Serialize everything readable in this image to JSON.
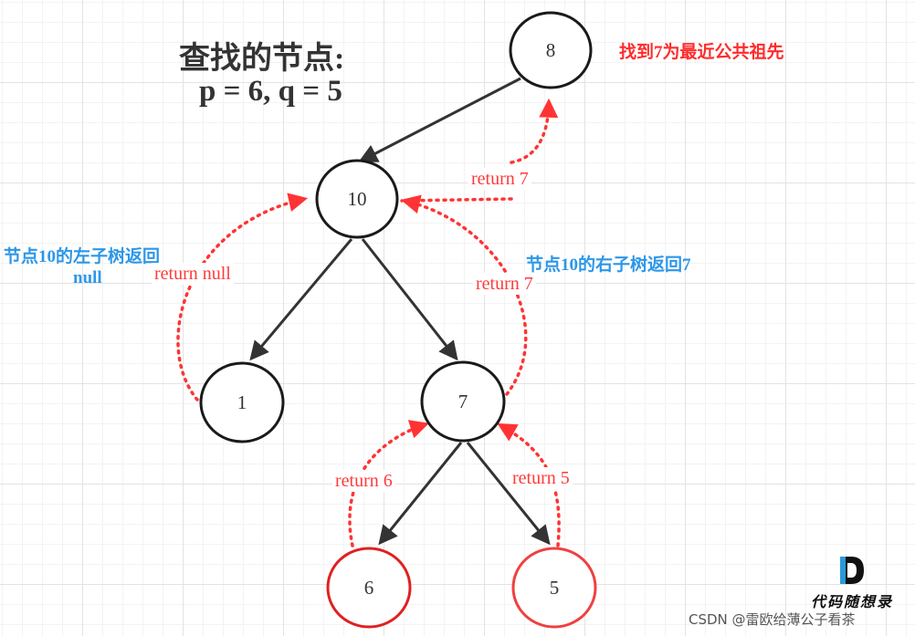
{
  "title": {
    "line1": "查找的节点:",
    "line2": "p = 6, q = 5"
  },
  "nodes": {
    "n8": "8",
    "n10": "10",
    "n1": "1",
    "n7": "7",
    "n6": "6",
    "n5": "5"
  },
  "annotations": {
    "found_ancestor": "找到7为最近公共祖先",
    "left_subtree_line1": "节点10的左子树返回",
    "left_subtree_line2": "null",
    "right_subtree": "节点10的右子树返回7"
  },
  "returns": {
    "ret_7_to_root": "return 7",
    "ret_null": "return null",
    "ret_7_to_10": "return 7",
    "ret_6": "return 6",
    "ret_5": "return 5"
  },
  "logo": {
    "text": "代码随想录"
  },
  "watermark": "CSDN @雷欧给薄公子看茶",
  "colors": {
    "edge": "#333333",
    "dashed_arrow": "#ff3333",
    "target_node_border": "#e02020",
    "note_blue": "#2c97e8",
    "note_red": "#ff2b2b"
  }
}
